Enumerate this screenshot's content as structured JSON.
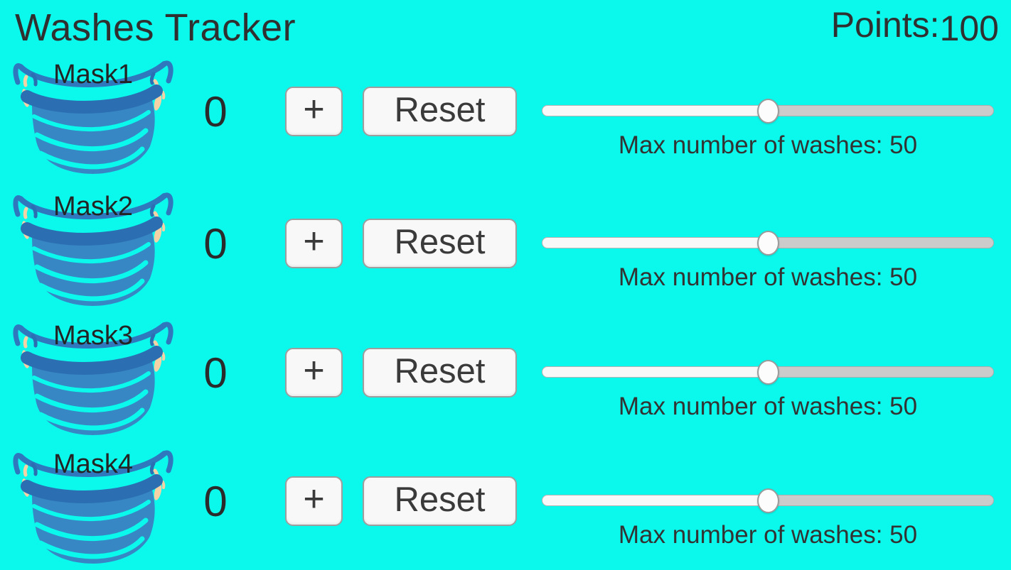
{
  "app": {
    "title": "Washes Tracker",
    "points": {
      "label": "Points:",
      "value": "100"
    }
  },
  "masks": [
    {
      "name": "Mask1",
      "wash_count": "0",
      "increment_button": "+",
      "reset_button": "Reset",
      "max_washes_label": "Max number of washes:",
      "max_washes_value": "50",
      "slider_percent": 50
    },
    {
      "name": "Mask2",
      "wash_count": "0",
      "increment_button": "+",
      "reset_button": "Reset",
      "max_washes_label": "Max number of washes:",
      "max_washes_value": "50",
      "slider_percent": 50
    },
    {
      "name": "Mask3",
      "wash_count": "0",
      "increment_button": "+",
      "reset_button": "Reset",
      "max_washes_label": "Max number of washes:",
      "max_washes_value": "50",
      "slider_percent": 50
    },
    {
      "name": "Mask4",
      "wash_count": "0",
      "increment_button": "+",
      "reset_button": "Reset",
      "max_washes_label": "Max number of washes:",
      "max_washes_value": "50",
      "slider_percent": 50
    }
  ],
  "colors": {
    "background": "#0BF8EC",
    "mask_body": "#3787C4",
    "mask_band": "#2B6FB2",
    "mask_strap": "#2F78BE",
    "ear_tab_peach": "#F5D2A6",
    "text_dark": "#2E2E2E",
    "button_bg": "#F8F8F8",
    "button_border": "#9E9E9E",
    "slider_track": "#CBCBCB",
    "slider_fill": "#F8F8F8"
  }
}
